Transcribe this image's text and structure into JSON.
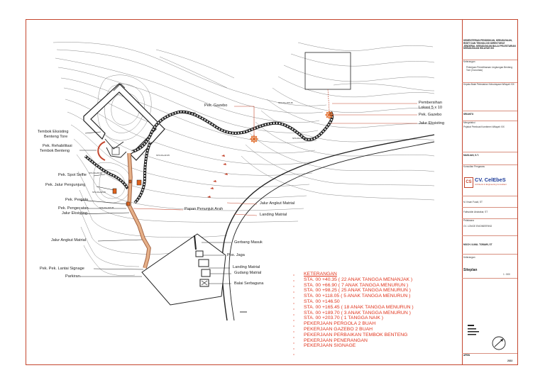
{
  "labels": {
    "tembok_eksisting": "Tembok  Eksisting",
    "benteng_tore": "Benteng Tore",
    "pek_rehabilitasi": "Pek. Rehabilitasi",
    "tembok_benteng": "Tembok Benteng",
    "pek_spot_selfie": "Pek. Spot Selfie",
    "pek_jalur_pengunjung": "Pek. Jalur Pengunjung",
    "pek_pergola": "Pek. Pergola",
    "pek_pengecatan": "Pek. Pengecatan",
    "jalur_eksisting_left": "Jalur Eksisting",
    "jalur_angkut_matrial_left": "Jalur Angkut Matrial",
    "pek_lantai_signage": "Pek. Pek. Lantai Signage",
    "parkiran": "Parkiran",
    "pek_gazebo_top": "Pek. Gazebo",
    "pembersihan": "Pembersihan",
    "lokasi": "Lokasi 5 x 10",
    "pek_gazebo_right": "Pek. Gazebo",
    "jalur_eksisting_right": "Jalur Eksisting",
    "papan_penunjuk": "Papan Penunjuk Arah",
    "jalur_angkut_matrial_mid": "Jalur Angkut Matrial",
    "landing_matrial_1": "Landing Matrial",
    "gerbang_masuk": "Gerbang Masuk",
    "pos_jaga": "Pos. Jaga",
    "landing_matrial_2": "Landing Matrial",
    "gudang_matrial": "Gudang Matrial",
    "balai_serbaguna": "Balai Serbaguna"
  },
  "keterangan": {
    "title": "KETERANGAN",
    "items": [
      "STA. 00 +40.35 ( 22 ANAK TANGGA MENANJAK )",
      "STA. 00 +66.90 ( 7 ANAK TANGGA MENURUN )",
      "STA. 00 +98.25 ( 25 ANAK TANGGA MENURUN )",
      "STA. 00 +118.05 ( 5 ANAK TANGGA MENURUN )",
      "STA. 00 +146.50",
      "STA. 00 +165.45 ( 18 ANAK TANGGA MENURUN )",
      "STA. 00 +189.70 ( 3 ANAK TANGGA MENURUN )",
      "STA. 00 +203.70 ( 1 TANGGA NAIK )",
      "PEKERJAAN PERGOLA 2 BUAH",
      "PEKERJAAN GAZEBO 2 BUAH",
      "PEKERJAAN PERBAIKAN TEMBOK BENTENG",
      "PEKERJAAN PENERANGAN",
      "PEKERJAAN SIGNAGE"
    ]
  },
  "title_block": {
    "ministry": "KEMENTERIAN PENDIDIKAN, KEBUDAYAAN, RISET DAN TEKNOLOGI DIREKTORAT JENDERAL KEBUDAYAAN BALAI PELESTARIAN KEBUDAYAAN WILAYAH XIX",
    "keterangan_label": "Keterangan",
    "project": "Pekerjaan Pemeliharaan Lingkungan Benteng Tore (Gorontalo)",
    "kepala_label": "Kepala Balai Pelestarian Kebudayaan Wilayah XIX",
    "name1": "SRIANTO",
    "mengetahui": "Mengetahui",
    "ppk": "Pejabat Pembuat Komitmen Wilayah XIX",
    "name2": "MASLIAN, S.T.",
    "konsultan_label": "Konsultan Pengawas",
    "company": "CV. CelEbeS",
    "company_sub": "Architects & Engineering Consultant",
    "name3": "M. Ihsan Fuadi, ST",
    "name4": "Fathuddin Abubakar, ST",
    "pelaksana": "Pelaksana",
    "pelaksana_name": "CV. LONGE ENGINEERING",
    "name5": "MOCH. ILMAL TOBAWI, ST",
    "drawing_label": "Keterangan",
    "drawing_name": "Siteplan",
    "scale": "1 : 500",
    "code": "APBN",
    "year": "2023"
  }
}
